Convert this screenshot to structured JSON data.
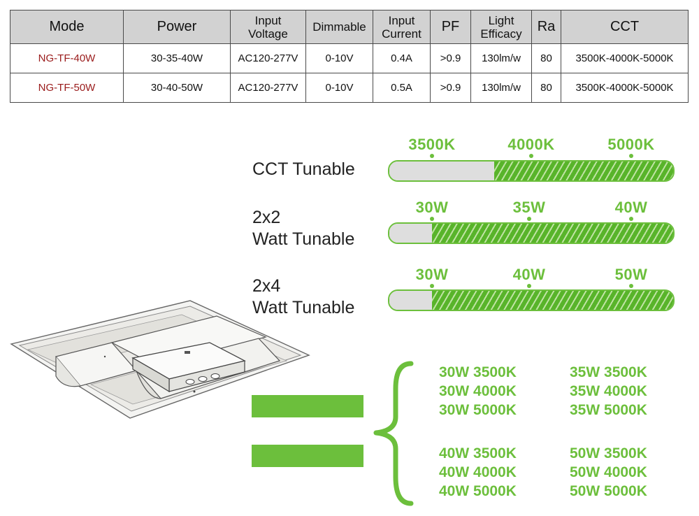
{
  "spec_table": {
    "headers": [
      "Mode",
      "Power",
      "Input\nVoltage",
      "Dimmable",
      "Input\nCurrent",
      "PF",
      "Light\nEfficacy",
      "Ra",
      "CCT"
    ],
    "rows": [
      [
        "NG-TF-40W",
        "30-35-40W",
        "AC120-277V",
        "0-10V",
        "0.4A",
        ">0.9",
        "130lm/w",
        "80",
        "3500K-4000K-5000K"
      ],
      [
        "NG-TF-50W",
        "30-40-50W",
        "AC120-277V",
        "0-10V",
        "0.5A",
        ">0.9",
        "130lm/w",
        "80",
        "3500K-4000K-5000K"
      ]
    ]
  },
  "tunables": [
    {
      "label": "CCT Tunable",
      "ticks": [
        "3500K",
        "4000K",
        "5000K"
      ],
      "fill_fraction": 0.63
    },
    {
      "label": "2x2\nWatt Tunable",
      "ticks": [
        "30W",
        "35W",
        "40W"
      ],
      "fill_fraction": 0.85
    },
    {
      "label": "2x4\nWatt Tunable",
      "ticks": [
        "30W",
        "40W",
        "50W"
      ],
      "fill_fraction": 0.85
    }
  ],
  "combinations": {
    "col1_top": "30W 3500K\n30W 4000K\n30W 5000K",
    "col2_top": "35W 3500K\n35W 4000K\n35W 5000K",
    "col1_bottom": "40W 3500K\n40W 4000K\n40W 5000K",
    "col2_bottom": "50W 3500K\n50W 4000K\n50W 5000K"
  },
  "colors": {
    "accent_green": "#6cbf3c",
    "model_red": "#9a1b1b",
    "header_gray": "#d2d2d2"
  }
}
